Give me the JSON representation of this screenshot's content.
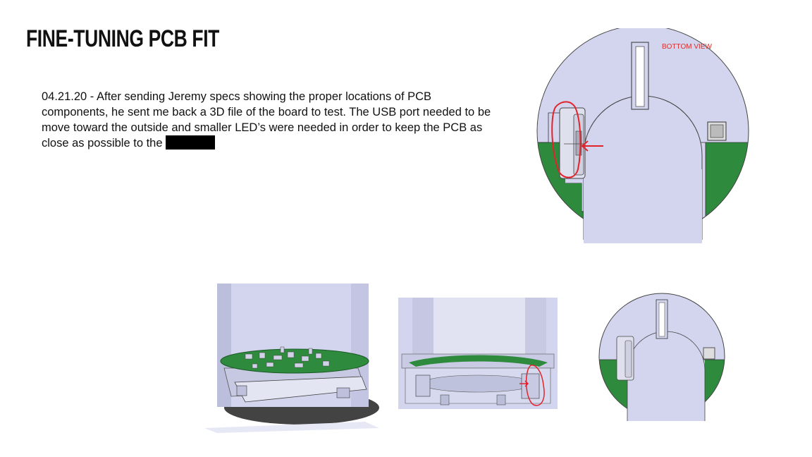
{
  "slide": {
    "title": "FINE-TUNING PCB FIT",
    "paragraph": "04.21.20 - After sending Jeremy specs showing the proper locations of PCB components, he sent me back a 3D file of the board to test. The USB port needed to be move toward the outside and smaller LED’s were needed in order to keep the PCB as close as possible to the",
    "bottom_view_label": "BOTTOM VIEW"
  },
  "colors": {
    "housing": "#d3d5ef",
    "pcb_green": "#2e8a3c",
    "markup_red": "#e2232a",
    "outline": "#333333"
  }
}
